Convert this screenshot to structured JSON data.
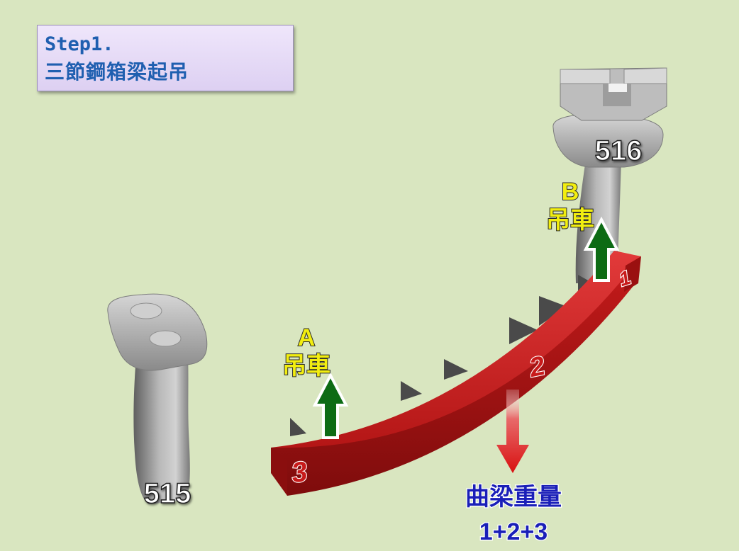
{
  "step_box": {
    "line1": "Step1.",
    "line2": "三節鋼箱梁起吊"
  },
  "piers": {
    "left_number": "515",
    "right_number": "516"
  },
  "cranes": {
    "a_letter": "A",
    "a_label": "吊車",
    "b_letter": "B",
    "b_label": "吊車"
  },
  "segments": [
    "1",
    "2",
    "3"
  ],
  "weight": {
    "label": "曲梁重量",
    "formula": "1+2+3"
  },
  "colors": {
    "background": "#d9e6c0",
    "beam": "#c81a1a",
    "crane_arrow": "#0d6b14",
    "weight_arrow": "#d81010",
    "crane_text": "#f2ee10",
    "weight_text": "#1a1fb8",
    "step_text": "#1f5fb0"
  }
}
